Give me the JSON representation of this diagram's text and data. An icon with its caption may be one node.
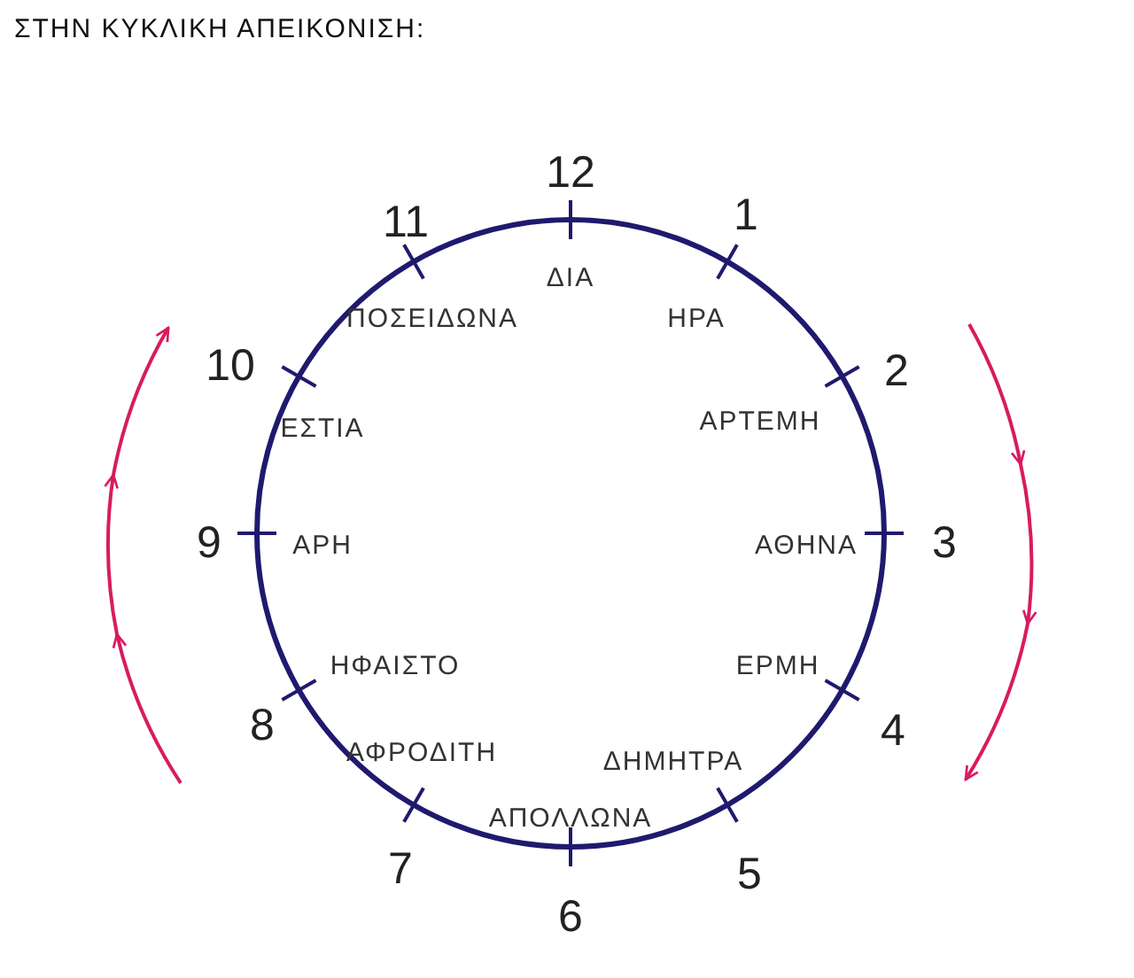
{
  "diagram": {
    "title": "ΣΤΗΝ ΚΥΚΛΙΚΗ ΑΠΕΙΚΟΝΙΣΗ:",
    "labels": [
      "12",
      "11",
      "1",
      "ΔΙΑ",
      "ΠΟΣΕΙΔΩΝΑ",
      "ΗΡΑ",
      "10",
      "2",
      "ΕΣΤΙΑ",
      "ΑΡΤΕΜΗ",
      "9",
      "ΑΡΗ",
      "ΑΘΗΝΑ",
      "3",
      "ΗΦΑΙΣΤΟ",
      "ΕΡΜΗ",
      "8",
      "4",
      "ΑΦΡΟΔΙΤΗ",
      "ΔΗΜΗΤΡΑ",
      "ΑΠΟΛΛΩΝΑ",
      "7",
      "5",
      "6"
    ]
  }
}
